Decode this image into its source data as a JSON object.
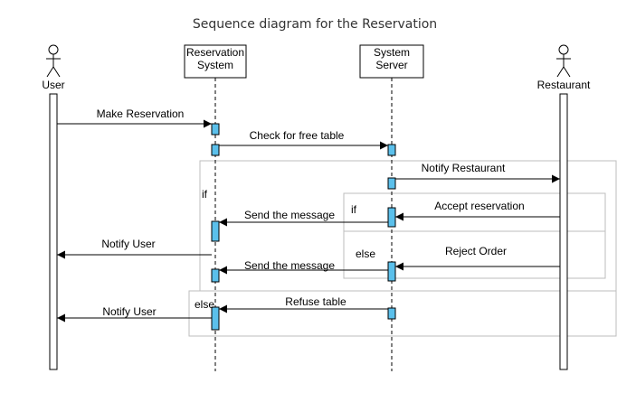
{
  "title": "Sequence diagram for the Reservation",
  "participants": {
    "user": "User",
    "reservation_line1": "Reservation",
    "reservation_line2": "System",
    "server_line1": "System",
    "server_line2": "Server",
    "restaurant": "Restaurant"
  },
  "messages": {
    "make_reservation": "Make Reservation",
    "check_table": "Check for free table",
    "notify_restaurant": "Notify Restaurant",
    "accept_reservation": "Accept reservation",
    "send_message_1": "Send the message",
    "notify_user_1": "Notify User",
    "reject_order": "Reject Order",
    "send_message_2": "Send the message",
    "refuse_table": "Refuse table",
    "notify_user_2": "Notify User"
  },
  "fragments": {
    "outer_if": "if",
    "outer_else": "else",
    "inner_if": "if",
    "inner_else": "else"
  },
  "colors": {
    "activation_fill": "#5bc0eb",
    "fragment_border": "#bdbdbd",
    "line": "#000000"
  }
}
